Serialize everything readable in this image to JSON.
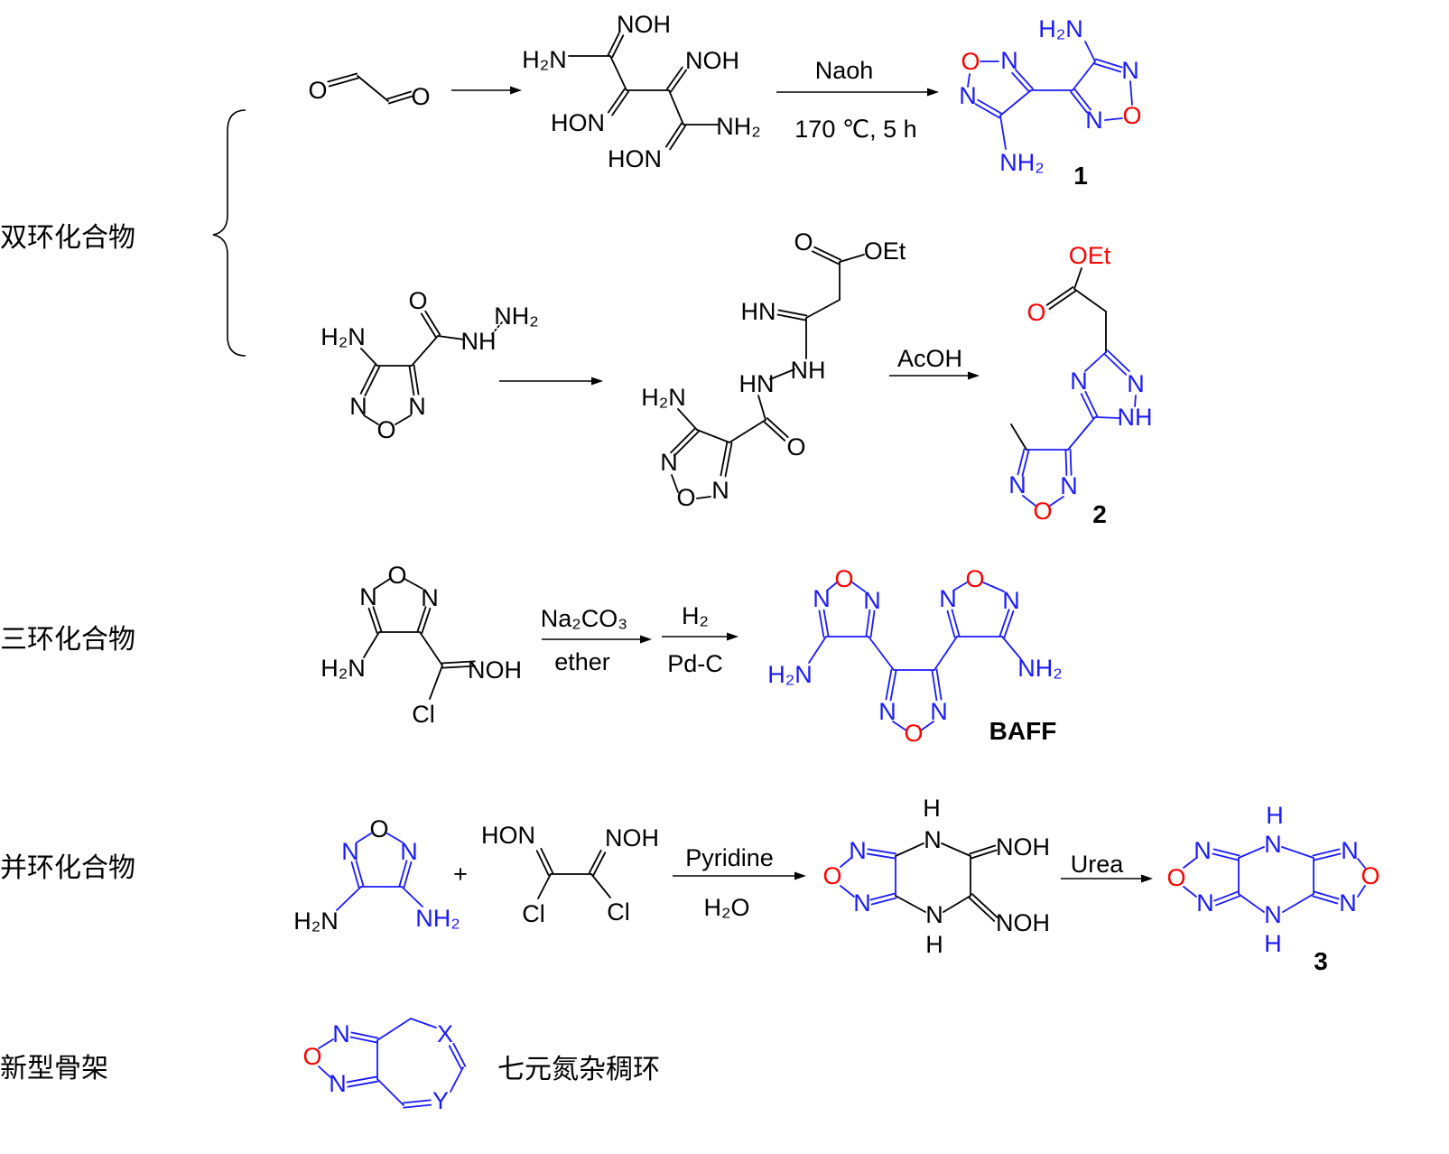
{
  "colors": {
    "black": "#000000",
    "blue": "#1a1aff",
    "red": "#ff0000"
  },
  "categories": {
    "bicyclic": "双环化合物",
    "tricyclic": "三环化合物",
    "fused": "并环化合物",
    "novel": "新型骨架"
  },
  "scheme1": {
    "glyoxal": [
      "O",
      "O"
    ],
    "diaminoglyoxime": [
      "NOH",
      "H₂N",
      "NOH",
      "HON",
      "NH₂",
      "HON"
    ],
    "conditions": {
      "above": "Naoh",
      "below": "170 ℃, 5 h"
    },
    "product": {
      "atoms": [
        "O",
        "N",
        "N",
        "H₂N",
        "N",
        "N",
        "O",
        "NH₂"
      ],
      "label": "1"
    }
  },
  "scheme2": {
    "hydrazide": [
      "H₂N",
      "O",
      "NH₂",
      "NH",
      "N",
      "N",
      "O"
    ],
    "intermediate": [
      "O",
      "OEt",
      "HN",
      "NH",
      "HN",
      "H₂N",
      "O",
      "N",
      "N",
      "O"
    ],
    "conditions": {
      "above": "AcOH"
    },
    "product": {
      "atoms": [
        "OEt",
        "O",
        "N",
        "N",
        "NH",
        "N",
        "N",
        "O"
      ],
      "label": "2"
    }
  },
  "scheme3": {
    "chloroxime": [
      "O",
      "N",
      "N",
      "H₂N",
      "NOH",
      "Cl"
    ],
    "step1": {
      "above": "Na₂CO₃",
      "below": "ether"
    },
    "step2": {
      "above": "H₂",
      "below": "Pd-C"
    },
    "product": {
      "atoms": [
        "N",
        "O",
        "N",
        "H₂N",
        "N",
        "O",
        "N",
        "N",
        "O",
        "N",
        "NH₂"
      ],
      "label": "BAFF"
    }
  },
  "scheme4": {
    "diaminofurazan": [
      "O",
      "N",
      "N",
      "H₂N",
      "NH₂"
    ],
    "plus": "+",
    "dichloroglyoxime": [
      "HON",
      "NOH",
      "Cl",
      "Cl"
    ],
    "step1": {
      "above": "Pyridine",
      "below": "H₂O"
    },
    "intermediate": [
      "H",
      "N",
      "NOH",
      "N",
      "O",
      "N",
      "N",
      "H",
      "NOH"
    ],
    "step2": {
      "above": "Urea"
    },
    "product": {
      "atoms": [
        "H",
        "N",
        "N",
        "O",
        "N",
        "N",
        "H",
        "N",
        "O",
        "N"
      ],
      "label": "3"
    }
  },
  "scheme5": {
    "skeleton": [
      "O",
      "N",
      "N",
      "X",
      "Y"
    ],
    "caption": "七元氮杂稠环"
  }
}
